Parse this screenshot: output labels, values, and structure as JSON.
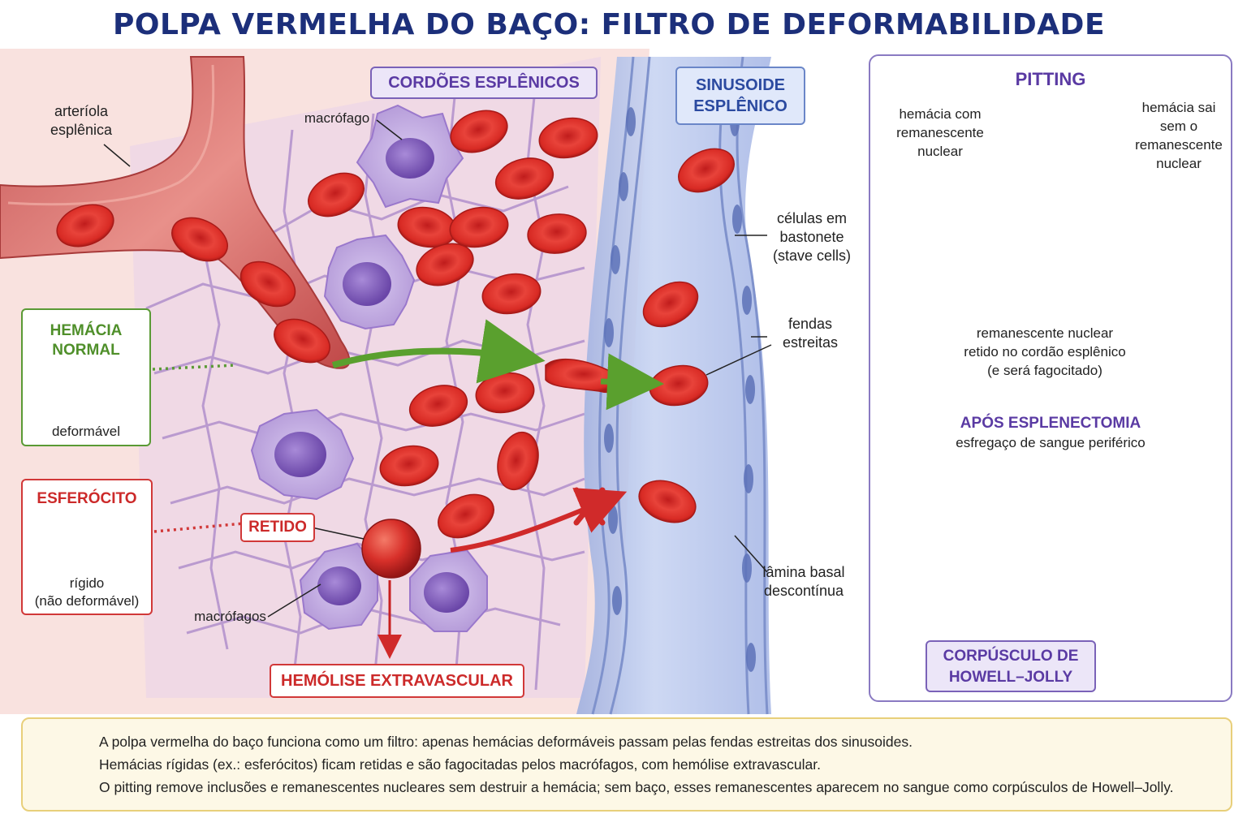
{
  "title": "POLPA VERMELHA DO BAÇO: FILTRO DE DEFORMABILIDADE",
  "labels": {
    "arteriola": [
      "arteríola",
      "esplênica"
    ],
    "cordoes": "CORDÕES ESPLÊNICOS",
    "sinusoide": [
      "SINUSOIDE",
      "ESPLÊNICO"
    ],
    "macrofago": "macrófago",
    "macrofagos": "macrófagos",
    "celulas_bastonete": [
      "células em",
      "bastonete",
      "(stave cells)"
    ],
    "fendas": [
      "fendas",
      "estreitas"
    ],
    "lamina": [
      "lâmina basal",
      "descontínua"
    ],
    "retido": "RETIDO",
    "hemolise": "HEMÓLISE EXTRAVASCULAR"
  },
  "normal_box": {
    "title": [
      "HEMÁCIA",
      "NORMAL"
    ],
    "caption": "deformável"
  },
  "esferocito_box": {
    "title": "ESFERÓCITO",
    "caption": [
      "rígido",
      "(não deformável)"
    ]
  },
  "pitting": {
    "title": "PITTING",
    "left_label": [
      "hemácia com",
      "remanescente",
      "nuclear"
    ],
    "right_label": [
      "hemácia sai",
      "sem o",
      "remanescente",
      "nuclear"
    ],
    "bottom_label": [
      "remanescente nuclear",
      "retido no cordão esplênico",
      "(e será fagocitado)"
    ]
  },
  "esplenectomia": {
    "title": "APÓS ESPLENECTOMIA",
    "subtitle": "esfregaço de sangue periférico",
    "tag": [
      "CORPÚSCULO DE",
      "HOWELL–JOLLY"
    ]
  },
  "summary": [
    "A polpa vermelha do baço funciona como um filtro: apenas hemácias deformáveis passam pelas fendas estreitas dos sinusoides.",
    "Hemácias rígidas (ex.: esferócitos) ficam retidas e são fagocitadas pelos macrófagos, com hemólise extravascular.",
    "O pitting remove inclusões e remanescentes nucleares sem destruir a hemácia; sem baço, esses remanescentes aparecem no sangue como corpúsculos de Howell–Jolly."
  ],
  "colors": {
    "title": "#1c2f7a",
    "rbc": "#d9302a",
    "macrophage": "#8f6fc8",
    "sinusoid": "#b8c8ec",
    "normal": "#5a9a35",
    "rigid": "#d13838"
  },
  "icons": [
    "lightbulb-icon",
    "arrow-right-icon",
    "cross-icon"
  ]
}
